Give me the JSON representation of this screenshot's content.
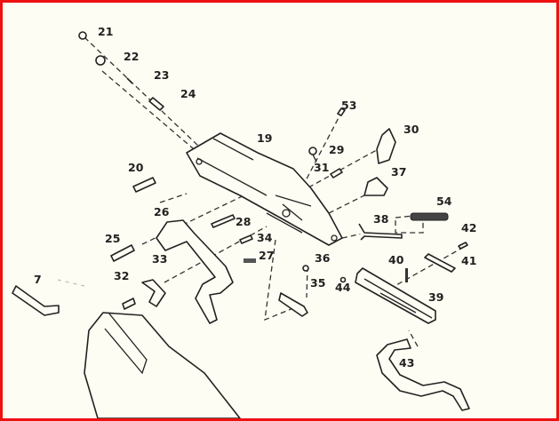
{
  "diagram": {
    "title": "",
    "border_color": "#ee1111",
    "background_color": "#fefdf3",
    "part_labels": [
      "21",
      "22",
      "23",
      "24",
      "53",
      "30",
      "19",
      "29",
      "31",
      "20",
      "37",
      "54",
      "26",
      "28",
      "38",
      "42",
      "25",
      "34",
      "27",
      "36",
      "33",
      "40",
      "41",
      "7",
      "32",
      "35",
      "44",
      "39",
      "43"
    ]
  }
}
